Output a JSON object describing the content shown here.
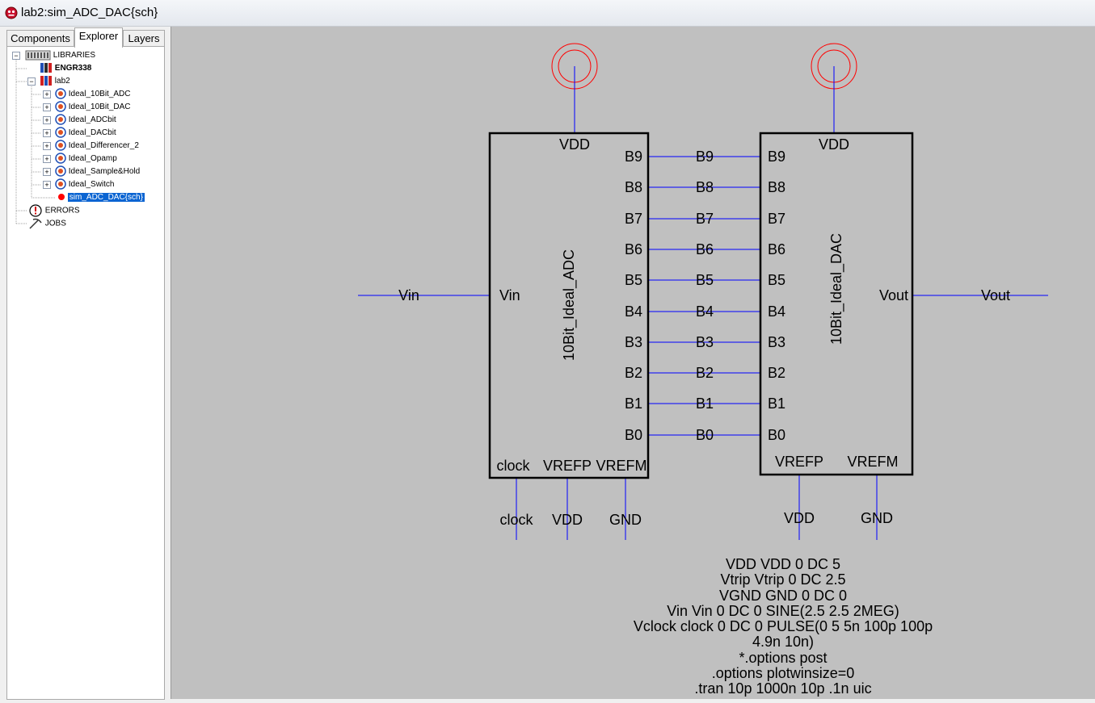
{
  "window": {
    "title": "lab2:sim_ADC_DAC{sch}"
  },
  "tabs": [
    {
      "label": "Components"
    },
    {
      "label": "Explorer"
    },
    {
      "label": "Layers"
    }
  ],
  "tree": {
    "libraries": "LIBRARIES",
    "engr338": "ENGR338",
    "lab2": "lab2",
    "cells": [
      "Ideal_10Bit_ADC",
      "Ideal_10Bit_DAC",
      "Ideal_ADCbit",
      "Ideal_DACbit",
      "Ideal_Differencer_2",
      "Ideal_Opamp",
      "Ideal_Sample&Hold",
      "Ideal_Switch"
    ],
    "current_cell": "sim_ADC_DAC{sch}",
    "errors": "ERRORS",
    "jobs": "JOBS"
  },
  "schematic": {
    "adc": {
      "name": "10Bit_Ideal_ADC",
      "vdd_pin": "VDD",
      "vin_pin": "Vin",
      "clock_pin": "clock",
      "vrefp_pin": "VREFP",
      "vrefm_pin": "VREFM"
    },
    "dac": {
      "name": "10Bit_Ideal_DAC",
      "vdd_pin": "VDD",
      "vout_pin": "Vout",
      "vrefp_pin": "VREFP",
      "vrefm_pin": "VREFM"
    },
    "bits": [
      "B9",
      "B8",
      "B7",
      "B6",
      "B5",
      "B4",
      "B3",
      "B2",
      "B1",
      "B0"
    ],
    "nets": {
      "vin": "Vin",
      "vout": "Vout",
      "adc_clock": "clock",
      "adc_vrefp": "VDD",
      "adc_vrefm": "GND",
      "dac_vrefp": "VDD",
      "dac_vrefm": "GND"
    },
    "netlist": [
      "VDD VDD 0 DC 5",
      "Vtrip Vtrip 0 DC 2.5",
      "VGND GND 0 DC 0",
      "Vin Vin 0 DC 0 SINE(2.5 2.5 2MEG)",
      "Vclock clock 0 DC 0 PULSE(0 5 5n 100p 100p 4.9n 10n)",
      "*.options post",
      ".options plotwinsize=0",
      ".tran 10p 1000n 10p .1n uic"
    ]
  },
  "colors": {
    "canvas": "#c0c0c0",
    "wire": "#0000ff",
    "power_symbol": "#ff0000",
    "selection": "#0a64d2"
  }
}
